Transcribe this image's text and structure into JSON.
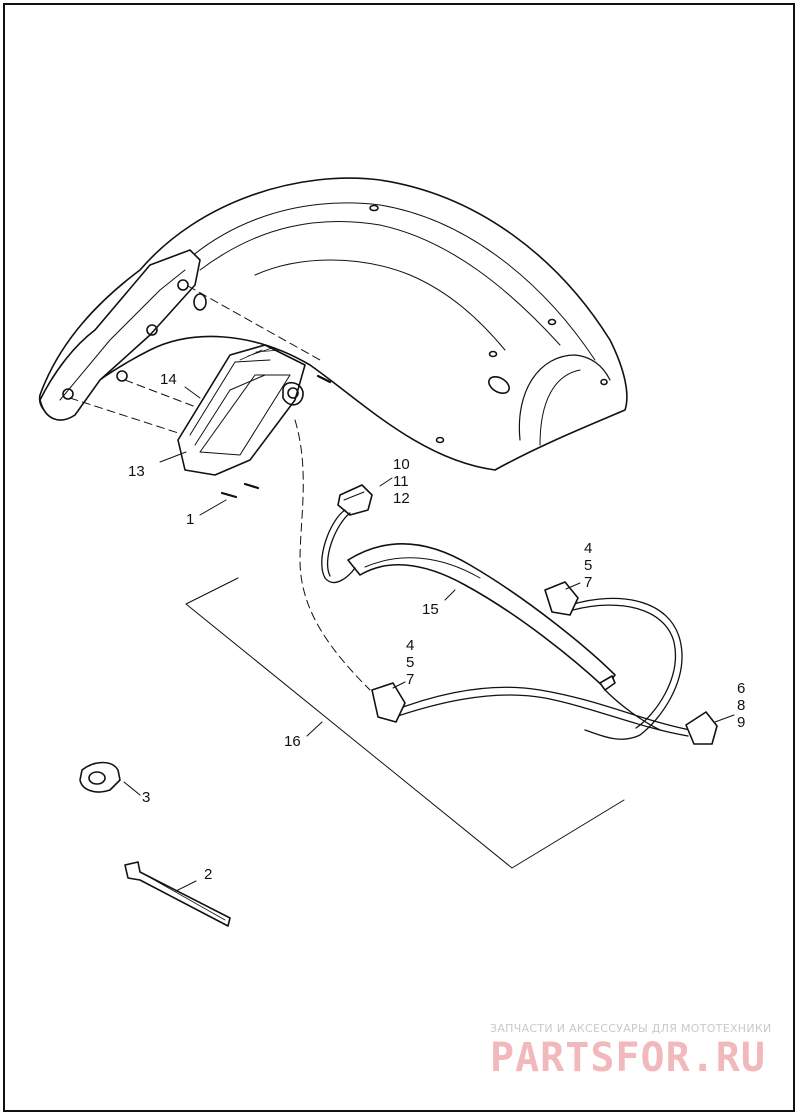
{
  "diagram": {
    "callouts": [
      {
        "id": "c1",
        "text": "1"
      },
      {
        "id": "c2",
        "text": "2"
      },
      {
        "id": "c3",
        "text": "3"
      },
      {
        "id": "c4a",
        "text": "4"
      },
      {
        "id": "c5a",
        "text": "5"
      },
      {
        "id": "c7a",
        "text": "7"
      },
      {
        "id": "c4b",
        "text": "4"
      },
      {
        "id": "c5b",
        "text": "5"
      },
      {
        "id": "c7b",
        "text": "7"
      },
      {
        "id": "c6",
        "text": "6"
      },
      {
        "id": "c8",
        "text": "8"
      },
      {
        "id": "c9",
        "text": "9"
      },
      {
        "id": "c10",
        "text": "10"
      },
      {
        "id": "c11",
        "text": "11"
      },
      {
        "id": "c12",
        "text": "12"
      },
      {
        "id": "c13",
        "text": "13"
      },
      {
        "id": "c14",
        "text": "14"
      },
      {
        "id": "c15",
        "text": "15"
      },
      {
        "id": "c16",
        "text": "16"
      }
    ]
  },
  "watermark": {
    "tagline": "ЗАПЧАСТИ И АКСЕССУАРЫ ДЛЯ МОТОТЕХНИКИ",
    "logo_text": "PARTSFOR.RU"
  }
}
